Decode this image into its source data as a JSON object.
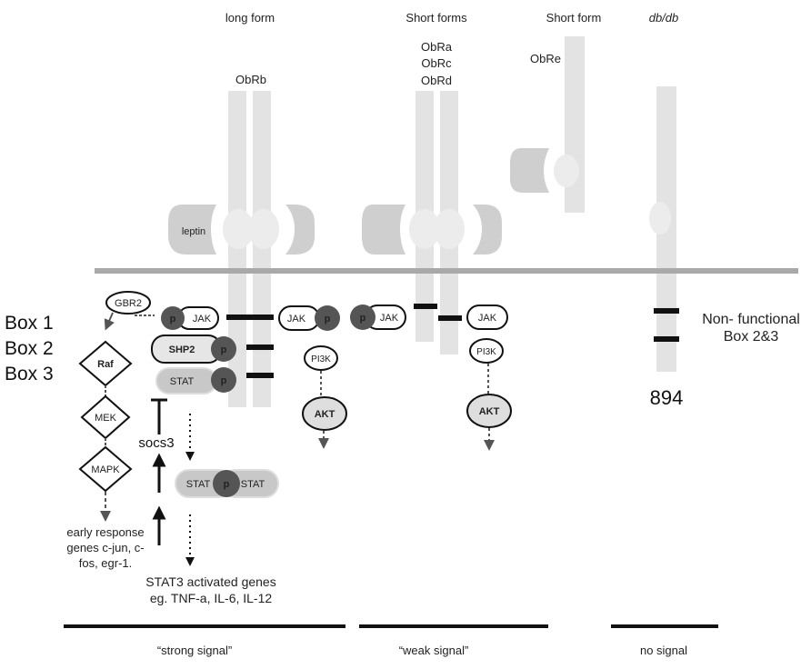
{
  "headers": {
    "long_form": "long form",
    "short_forms": "Short forms",
    "short_form": "Short form",
    "dbdb": "db/db"
  },
  "receptors": {
    "obrb": "ObRb",
    "obra": "ObRa",
    "obrc": "ObRc",
    "obrd": "ObRd",
    "obre": "ObRe"
  },
  "ligand": {
    "leptin": "leptin"
  },
  "boxes": {
    "box1": "Box 1",
    "box2": "Box 2",
    "box3": "Box 3"
  },
  "nonfunctional": {
    "line1": "Non- functional",
    "line2": "Box 2&3"
  },
  "number_894": "894",
  "molecules": {
    "gbr2": "GBR2",
    "raf": "Raf",
    "mek": "MEK",
    "mapk": "MAPK",
    "jak": "JAK",
    "p": "p",
    "shp2": "SHP2",
    "stat": "STAT",
    "pi3k": "PI3K",
    "akt": "AKT",
    "socs3": "socs3"
  },
  "early_response": {
    "l1": "early response",
    "l2": "genes c-jun, c-",
    "l3": "fos, egr-1."
  },
  "stat3_genes": {
    "l1": "STAT3 activated genes",
    "l2": "eg. TNF-a, IL-6, IL-12"
  },
  "signals": {
    "strong": "“strong signal”",
    "weak": "“weak signal”",
    "none": "no signal"
  },
  "colors": {
    "receptor": "#e3e3e3",
    "leptin": "#cfcfcf",
    "membrane": "#a9a9a9",
    "phospho": "#555555",
    "stat_fill": "#c8c8c8",
    "akt_fill": "#dedede"
  }
}
